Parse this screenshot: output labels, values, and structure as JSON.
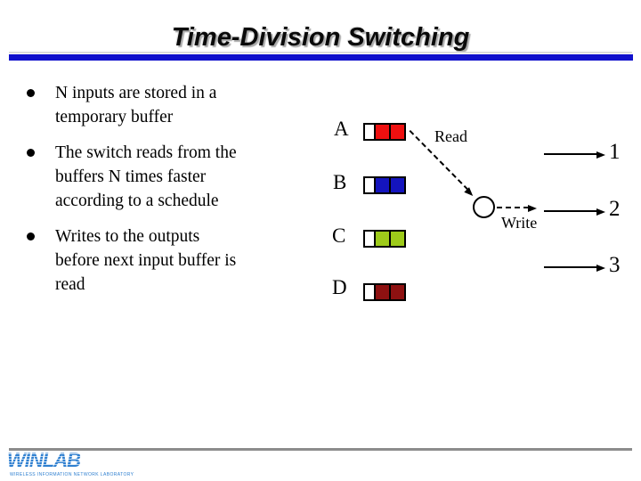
{
  "title": {
    "text": "Time-Division Switching"
  },
  "bullets": [
    {
      "lines": [
        "N inputs are stored in a",
        "temporary buffer"
      ]
    },
    {
      "lines": [
        "The switch reads from the",
        "buffers N times faster",
        "according to a schedule"
      ]
    },
    {
      "lines": [
        "Writes to the outputs",
        "before next input buffer is",
        "read"
      ]
    }
  ],
  "diagram": {
    "inputs": [
      {
        "label": "A",
        "color": "#ee1010"
      },
      {
        "label": "B",
        "color": "#1414be"
      },
      {
        "label": "C",
        "color": "#9ecb1a"
      },
      {
        "label": "D",
        "color": "#8e1111"
      }
    ],
    "read_label": "Read",
    "write_label": "Write",
    "outputs": [
      "1",
      "2",
      "3"
    ]
  },
  "footer": {
    "logo_text": "WINLAB",
    "logo_caption": "WIRELESS INFORMATION NETWORK LABORATORY"
  },
  "colors": {
    "title_rule": "#1111cc",
    "logo_blue": "#2e7fd0"
  }
}
